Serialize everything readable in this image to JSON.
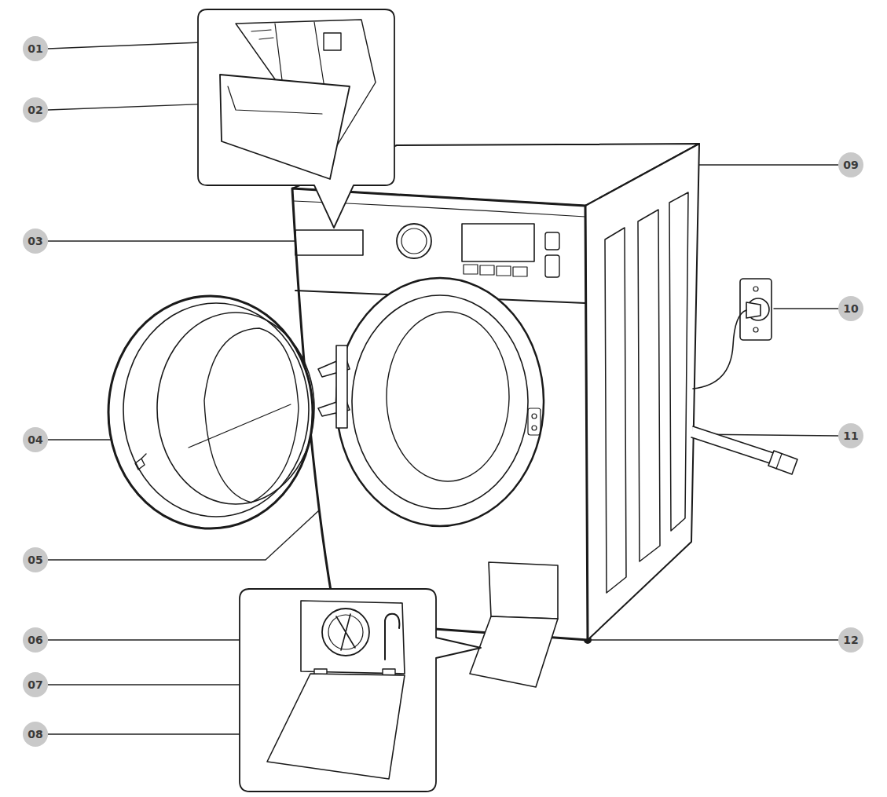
{
  "diagram": {
    "labels": [
      "01",
      "02",
      "03",
      "04",
      "05",
      "06",
      "07",
      "08",
      "09",
      "10",
      "11",
      "12"
    ]
  }
}
